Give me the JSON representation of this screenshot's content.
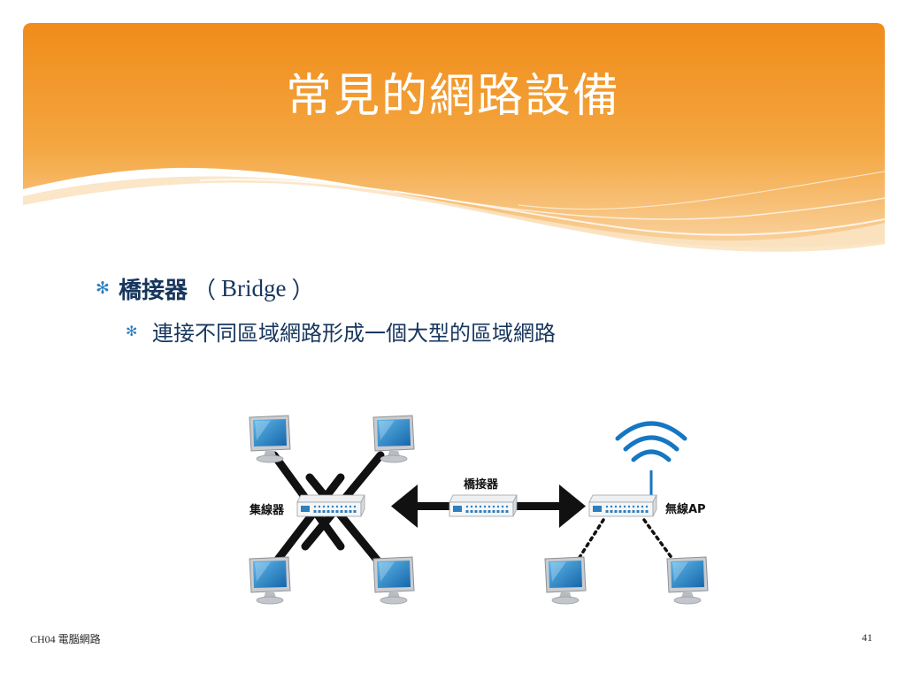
{
  "slide": {
    "title": "常見的網路設備"
  },
  "bullets": {
    "level1": {
      "term": "橋接器",
      "open_paren": "（",
      "latin": "Bridge",
      "close_paren": "）"
    },
    "level2": {
      "text": "連接不同區域網路形成一個大型的區域網路"
    }
  },
  "diagram": {
    "hub_label": "集線器",
    "bridge_label": "橋接器",
    "ap_label": "無線AP"
  },
  "footer": {
    "chapter": "CH04",
    "course": "電腦網路",
    "page": "41"
  },
  "colors": {
    "banner_top": "#f08c1a",
    "banner_mid": "#f6b257",
    "bullet_text": "#17365d",
    "bullet_marker": "#2e7fbd",
    "monitor_screen": "#1f86c8",
    "wifi": "#1577c2"
  }
}
